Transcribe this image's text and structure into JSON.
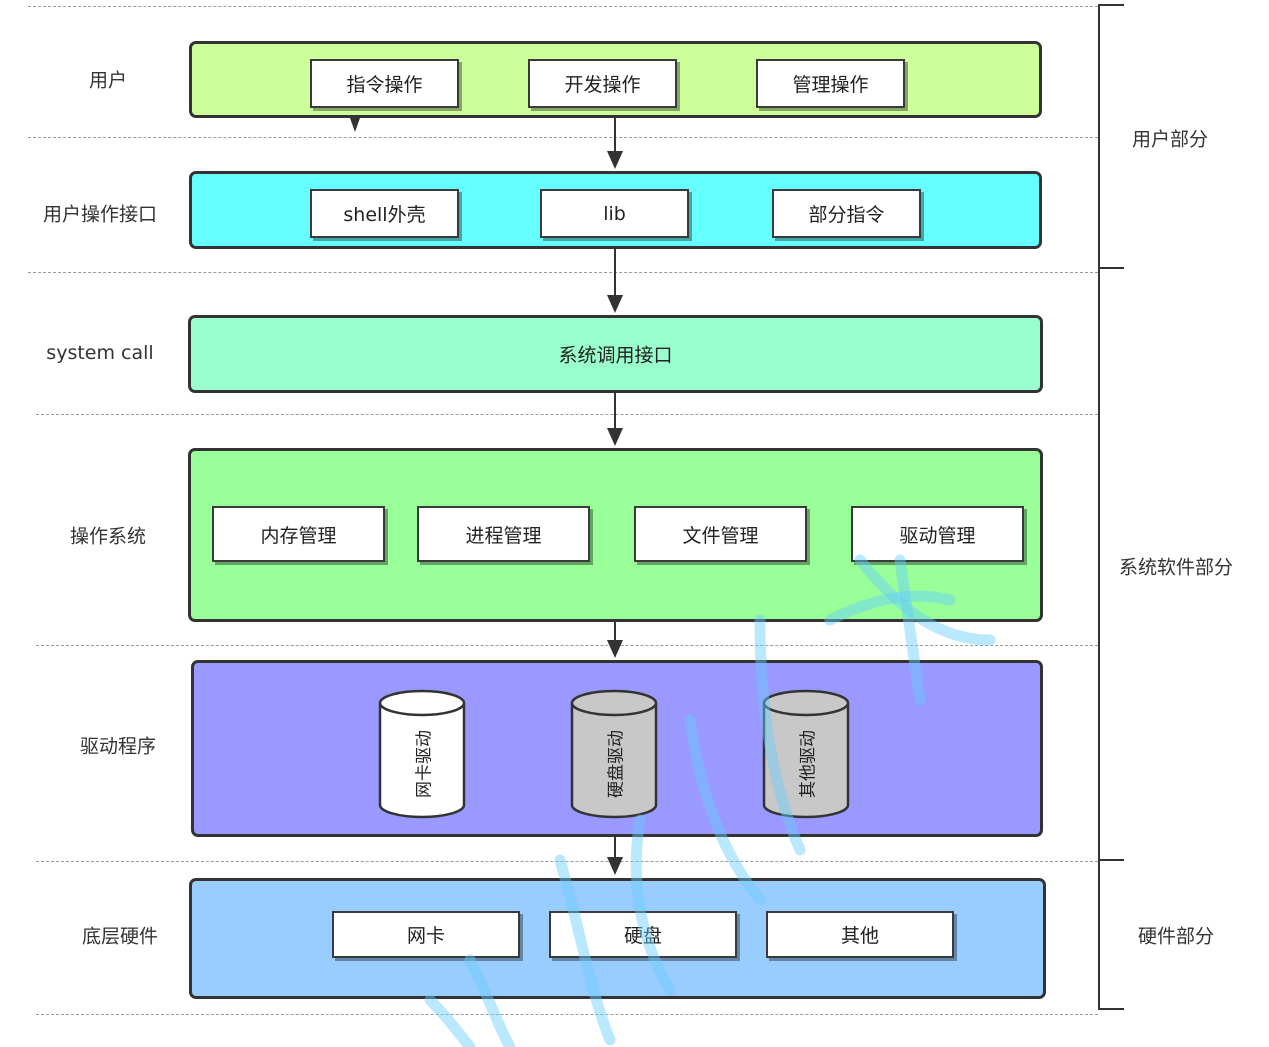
{
  "colors": {
    "user_layer": "#ccff99",
    "interface_layer": "#66ffff",
    "syscall_layer": "#99ffcc",
    "os_layer": "#99ff99",
    "driver_layer": "#9999ff",
    "hardware_layer": "#99ccff",
    "watermark": "#66ccff"
  },
  "rows": [
    {
      "label": "用户",
      "items": [
        "指令操作",
        "开发操作",
        "管理操作"
      ]
    },
    {
      "label": "用户操作接口",
      "items": [
        "shell外壳",
        "lib",
        "部分指令"
      ]
    },
    {
      "label": "system call",
      "center": "系统调用接口"
    },
    {
      "label": "操作系统",
      "items": [
        "内存管理",
        "进程管理",
        "文件管理",
        "驱动管理"
      ]
    },
    {
      "label": "驱动程序",
      "cylinders": [
        "网卡驱动",
        "硬盘驱动",
        "其他驱动"
      ]
    },
    {
      "label": "底层硬件",
      "items": [
        "网卡",
        "硬盘",
        "其他"
      ]
    }
  ],
  "sections": [
    "用户部分",
    "系统软件部分",
    "硬件部分"
  ]
}
